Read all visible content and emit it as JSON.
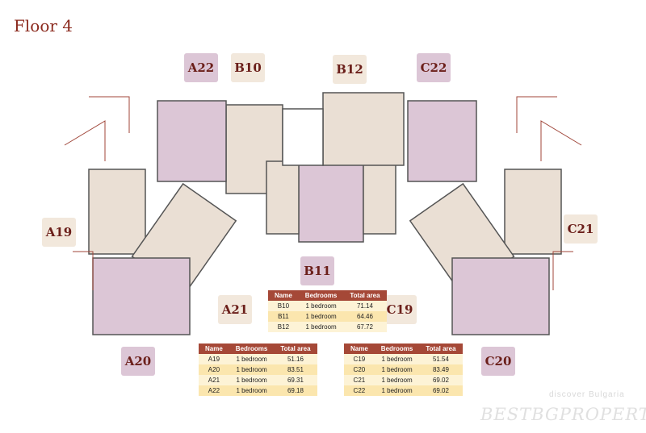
{
  "title": "Floor 4",
  "unit_labels": {
    "A22": "A22",
    "B10": "B10",
    "B12": "B12",
    "C22": "C22",
    "A19": "A19",
    "C21": "C21",
    "B11": "B11",
    "A21": "A21",
    "C19": "C19",
    "A20": "A20",
    "C20": "C20"
  },
  "headers": [
    "Name",
    "Bedrooms",
    "Total area"
  ],
  "table_b": [
    [
      "B10",
      "1 bedroom",
      "71.14"
    ],
    [
      "B11",
      "1 bedroom",
      "64.46"
    ],
    [
      "B12",
      "1 bedroom",
      "67.72"
    ]
  ],
  "table_a": [
    [
      "A19",
      "1 bedroom",
      "51.16"
    ],
    [
      "A20",
      "1 bedroom",
      "83.51"
    ],
    [
      "A21",
      "1 bedroom",
      "69.31"
    ],
    [
      "A22",
      "1 bedroom",
      "69.18"
    ]
  ],
  "table_c": [
    [
      "C19",
      "1 bedroom",
      "51.54"
    ],
    [
      "C20",
      "1 bedroom",
      "83.49"
    ],
    [
      "C21",
      "1 bedroom",
      "69.02"
    ],
    [
      "C22",
      "1 bedroom",
      "69.02"
    ]
  ],
  "watermark": {
    "tagline": "discover Bulgaria",
    "brand": "BESTBGPROPERTIES"
  },
  "colors": {
    "purple": "#dcc6d6",
    "beige": "#f2e8dc",
    "header": "#a54837",
    "title": "#8b2a1e"
  }
}
